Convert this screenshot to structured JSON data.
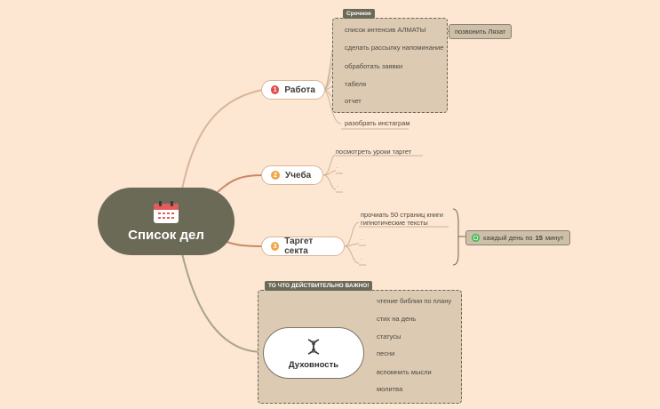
{
  "central": {
    "title": "Список дел",
    "icon": "calendar-icon"
  },
  "branches": [
    {
      "label": "Работа",
      "num": "1",
      "num_color": "#e34b4b",
      "boundary_tag": "Срочное",
      "items": [
        "список интенсив АЛМАТЫ",
        "сделать рассылку напоминание",
        "обработать заявки",
        "табеля",
        "отчет"
      ],
      "extra_item": "разобрать инстаграм",
      "callout": "позвонить Лязат"
    },
    {
      "label": "Учеба",
      "num": "2",
      "num_color": "#f0a54a",
      "items": [
        "посмотреть уроки таргет",
        ".",
        "."
      ]
    },
    {
      "label": "Таргет секта",
      "num": "3",
      "num_color": "#f0a54a",
      "items": [
        "прочиать 50 страниц книги",
        "гипнотические тексты",
        ".",
        "."
      ],
      "callout": {
        "pre": "каждый день  по",
        "num": "15",
        "post": "минут",
        "icon": "whatsapp-icon"
      }
    },
    {
      "label": "Духовность",
      "icon": "dna-icon",
      "boundary_tag": "ТО ЧТО ДЕЙСТВИТЕЛЬНО ВАЖНО!",
      "items": [
        "чтение библии по плану",
        "стих на день",
        "статусы",
        "песни",
        "вспомнить мысли",
        "молитва"
      ]
    }
  ]
}
